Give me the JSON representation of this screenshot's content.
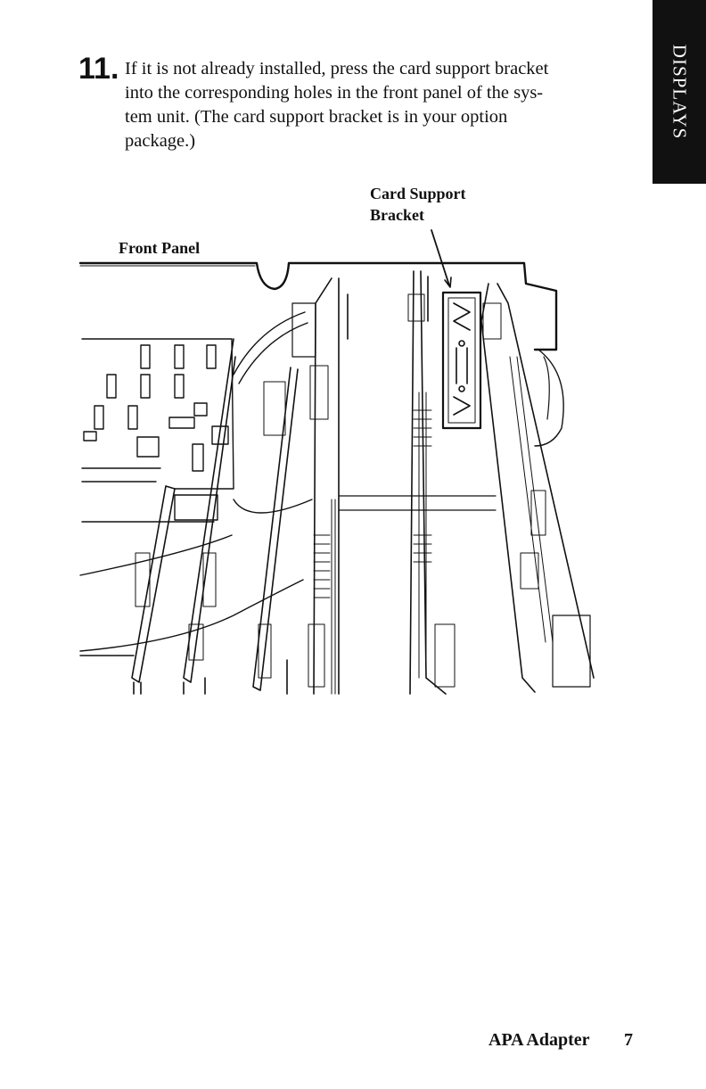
{
  "side_tab": {
    "label": "DISPLAYS"
  },
  "step": {
    "number": "11.",
    "text": "If it is not already installed, press the card support bracket\ninto the corresponding holes in the front panel of the sys-\ntem unit. (The card support bracket is in your option\npackage.)"
  },
  "figure": {
    "label_bracket": "Card Support\nBracket",
    "label_front_panel": "Front Panel"
  },
  "footer": {
    "title": "APA Adapter",
    "page": "7"
  }
}
